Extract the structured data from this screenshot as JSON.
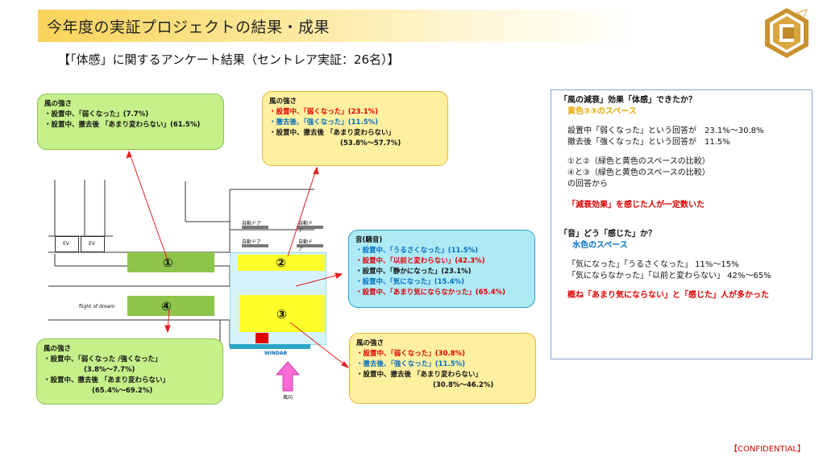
{
  "title": "今年度の実証プロジェクトの結果・成果",
  "subtitle": "【「体感」に関するアンケート結果（セントレア実証：26名）】",
  "callout1": {
    "heading": "風の強さ",
    "l1": "・設置中、「弱くなった」(7.7%)",
    "l2": "・設置中、撤去後 「あまり変わらない」(61.5%)"
  },
  "callout2": {
    "heading": "風の強さ",
    "l1": "・設置中、「弱くなった」(23.1%)",
    "l2": "・撤去後、「強くなった」(11.5%)",
    "l3": "・設置中、撤去後 「あまり変わらない」",
    "l4": "(53.8%〜57.7%)"
  },
  "callout3": {
    "heading": "音(騒音)",
    "l1": "・設置中、「うるさくなった」(11.5%)",
    "l2": "・設置中、「以前と変わらない」(42.3%)",
    "l3": "・設置中、「静かになった」(23.1%)",
    "l4": "・設置中、「気になった」(15.4%)",
    "l5": "・設置中、「あまり気にならなかった」(65.4%)"
  },
  "callout4": {
    "heading": "風の強さ",
    "l1": "・設置中、「弱くなった /強くなった」",
    "l2": "(3.8%〜7.7%)",
    "l3": "・設置中、撤去後 「あまり変わらない」",
    "l4": "(65.4%〜69.2%)"
  },
  "callout5": {
    "heading": "風の強さ",
    "l1": "・設置中、「弱くなった」(30.8%)",
    "l2": "・撤去後、「強くなった」(11.5%)",
    "l3": "・設置中、撤去後 「あまり変わらない」",
    "l4": "(30.8%〜46.2%)"
  },
  "map": {
    "ev1": "EV",
    "ev2": "EV",
    "door1": "自動ドア",
    "door2": "自動ドア",
    "door3": "自動ドア",
    "door4": "自動ドア",
    "flight": "flight of dream",
    "n1": "①",
    "n2": "②",
    "n3": "③",
    "n4": "④",
    "windab": "WINDAB",
    "wind": "風向"
  },
  "right": {
    "q1": "「風の減衰」効果「体感」できたか？",
    "q1sub": "黄色②③のスペース",
    "a1": "設置中「弱くなった」という回答が　23.1%〜30.8%",
    "a2": "撤去後「強くなった」という回答が　11.5%",
    "c1": "①と②（緑色と黄色のスペースの比較）",
    "c2": "④と③（緑色と黄色のスペースの比較）",
    "c3": "の回答から",
    "concl1": "「減衰効果」を感じた人が一定数いた",
    "q2": "「音」どう「感じた」か？",
    "q2sub": "水色のスペース",
    "a3": "「気になった」「うるさくなった」 11%〜15%",
    "a4": "「気にならなかった」「以前と変わらない」 42%〜65%",
    "concl2": "概ね「あまり気にならない」と「感じた」人が多かった"
  },
  "confidential": "【CONFIDENTIAL】",
  "colors": {
    "accent": "#f9d35a",
    "red": "#e00000",
    "blue": "#0070c0",
    "green_zone": "#8ec44a",
    "yellow_zone": "#ffff2a",
    "cyan_zone": "#d6f3fb"
  }
}
